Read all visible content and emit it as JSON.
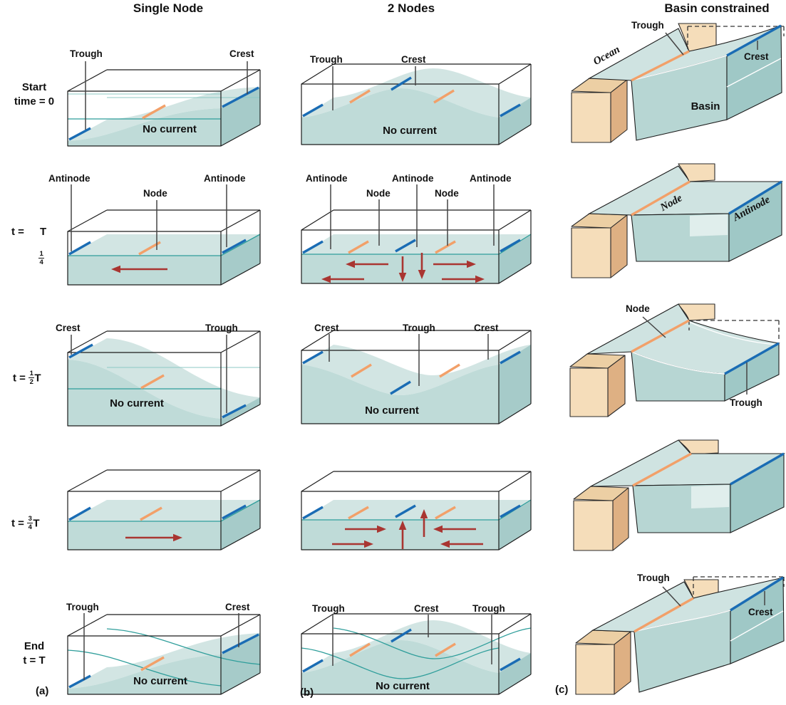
{
  "titles": {
    "single": "Single Node",
    "double": "2 Nodes",
    "basin": "Basin constrained"
  },
  "row_labels": {
    "r1": {
      "line1": "Start",
      "line2": "time = 0"
    },
    "r2": {
      "prefix": "t =",
      "T": "T",
      "num": "1",
      "den": "4"
    },
    "r3": {
      "prefix": "t =",
      "T": "T",
      "num": "1",
      "den": "2"
    },
    "r4": {
      "prefix": "t =",
      "T": "T",
      "num": "3",
      "den": "4"
    },
    "r5": {
      "line1": "End",
      "line2": "t = T"
    }
  },
  "panels": {
    "a1": {
      "trough": "Trough",
      "crest": "Crest",
      "caption": "No current"
    },
    "b1": {
      "trough": "Trough",
      "crest": "Crest",
      "caption": "No current"
    },
    "c1": {
      "ocean": "Ocean",
      "trough": "Trough",
      "crest": "Crest",
      "basin": "Basin"
    },
    "a2": {
      "antinode_left": "Antinode",
      "node": "Node",
      "antinode_right": "Antinode"
    },
    "b2": {
      "antinode_left": "Antinode",
      "node_left": "Node",
      "antinode_center": "Antinode",
      "node_right": "Node",
      "antinode_right": "Antinode"
    },
    "c2": {
      "node": "Node",
      "antinode": "Antinode"
    },
    "a3": {
      "crest": "Crest",
      "trough": "Trough",
      "caption": "No current"
    },
    "b3": {
      "crest_left": "Crest",
      "trough": "Trough",
      "crest_right": "Crest",
      "caption": "No current"
    },
    "c3": {
      "node": "Node",
      "trough": "Trough"
    },
    "a5": {
      "trough": "Trough",
      "crest": "Crest",
      "caption": "No current"
    },
    "b5": {
      "trough_left": "Trough",
      "crest": "Crest",
      "trough_right": "Trough",
      "caption": "No current"
    },
    "c5": {
      "trough": "Trough",
      "crest": "Crest"
    }
  },
  "footnotes": {
    "a": "(a)",
    "b": "(b)",
    "c": "(c)"
  },
  "colors": {
    "water_light": "#d2e5e3",
    "water_mid": "#bfdbd8",
    "water_dark": "#a6cbc9",
    "teal_line": "#2f9e9b",
    "crest_blue": "#1a6cb4",
    "node_orange": "#f2a069",
    "current_red": "#a93531",
    "sand": "#f5ddba",
    "sand_side": "#deb083"
  }
}
